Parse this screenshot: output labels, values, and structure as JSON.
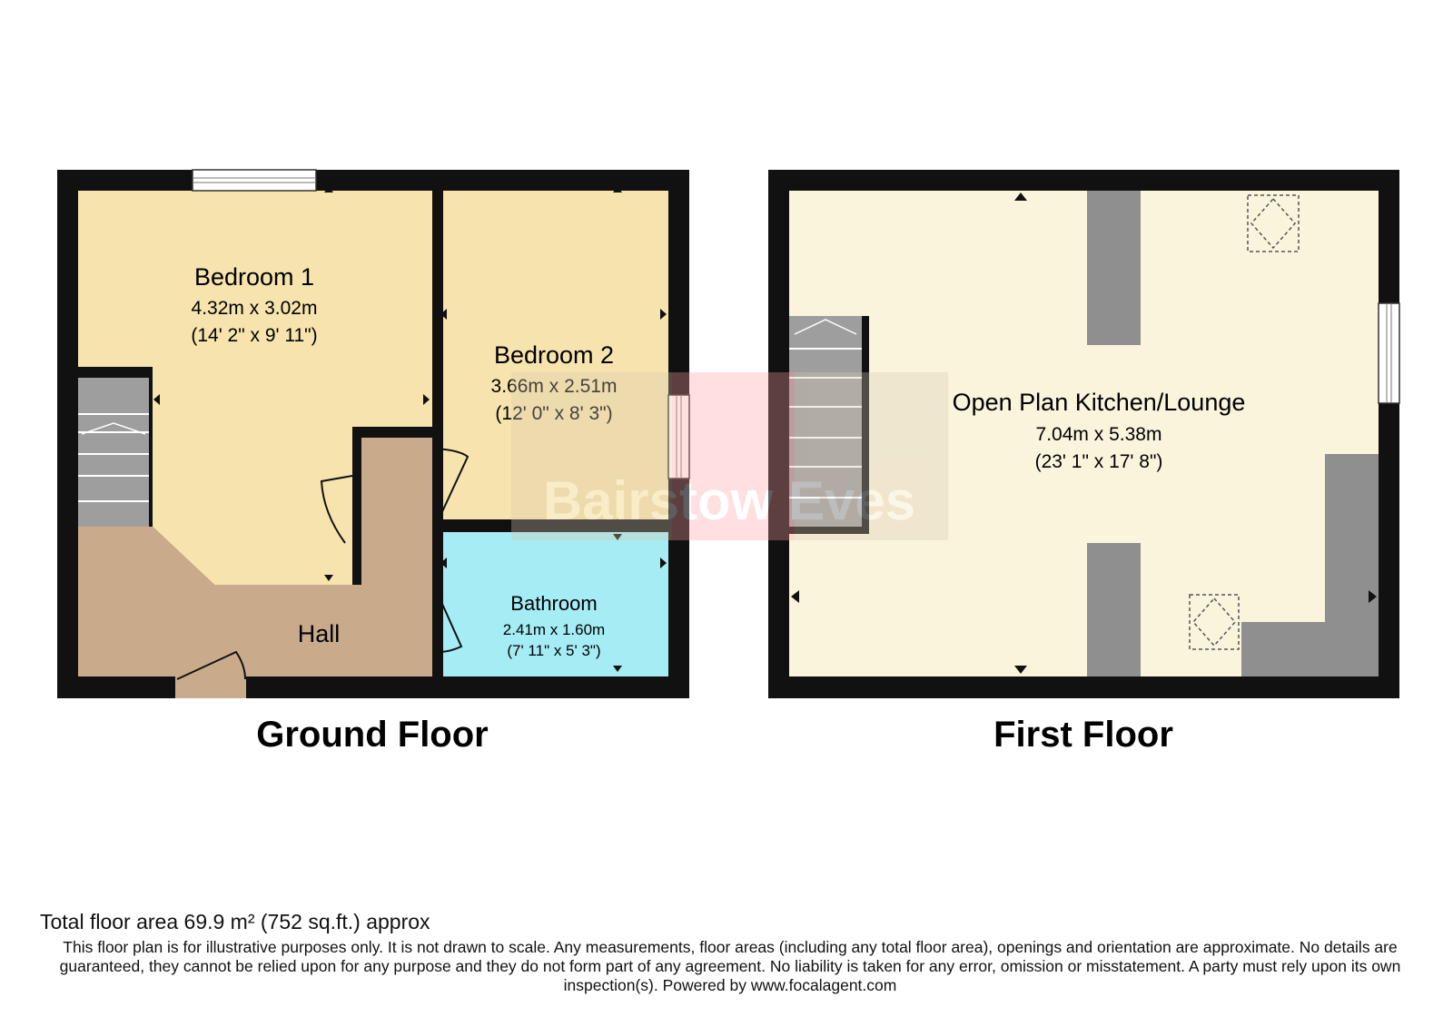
{
  "ground_floor": {
    "label": "Ground Floor",
    "rooms": {
      "bedroom1": {
        "name": "Bedroom 1",
        "metric": "4.32m x 3.02m",
        "imperial": "(14' 2\" x 9' 11\")"
      },
      "bedroom2": {
        "name": "Bedroom 2",
        "metric": "3.66m x 2.51m",
        "imperial": "(12' 0\" x 8' 3\")"
      },
      "bathroom": {
        "name": "Bathroom",
        "metric": "2.41m x 1.60m",
        "imperial": "(7' 11\" x 5' 3\")"
      },
      "hall": {
        "name": "Hall"
      }
    }
  },
  "first_floor": {
    "label": "First Floor",
    "rooms": {
      "kitchen_lounge": {
        "name": "Open Plan Kitchen/Lounge",
        "metric": "7.04m x 5.38m",
        "imperial": "(23' 1\" x 17' 8\")"
      }
    }
  },
  "watermark": "Bairstow Eves",
  "footer": {
    "total_area": "Total floor area 69.9 m² (752 sq.ft.) approx",
    "disclaimer": "This floor plan is for illustrative purposes only. It is not drawn to scale. Any measurements, floor areas (including any total floor area), openings and orientation are approximate. No details are guaranteed, they cannot be relied upon for any purpose and they do not form part of any agreement. No liability is taken for any error, omission or misstatement. A party must rely upon its own inspection(s). Powered by www.focalagent.com"
  },
  "colors": {
    "wall": "#111111",
    "bedroom": "#f7e3ad",
    "hall": "#c9ab8b",
    "bathroom": "#a5ecf5",
    "lounge": "#faf4dc",
    "stairs": "#9e9e9e",
    "fixture": "#8f8f8f"
  }
}
